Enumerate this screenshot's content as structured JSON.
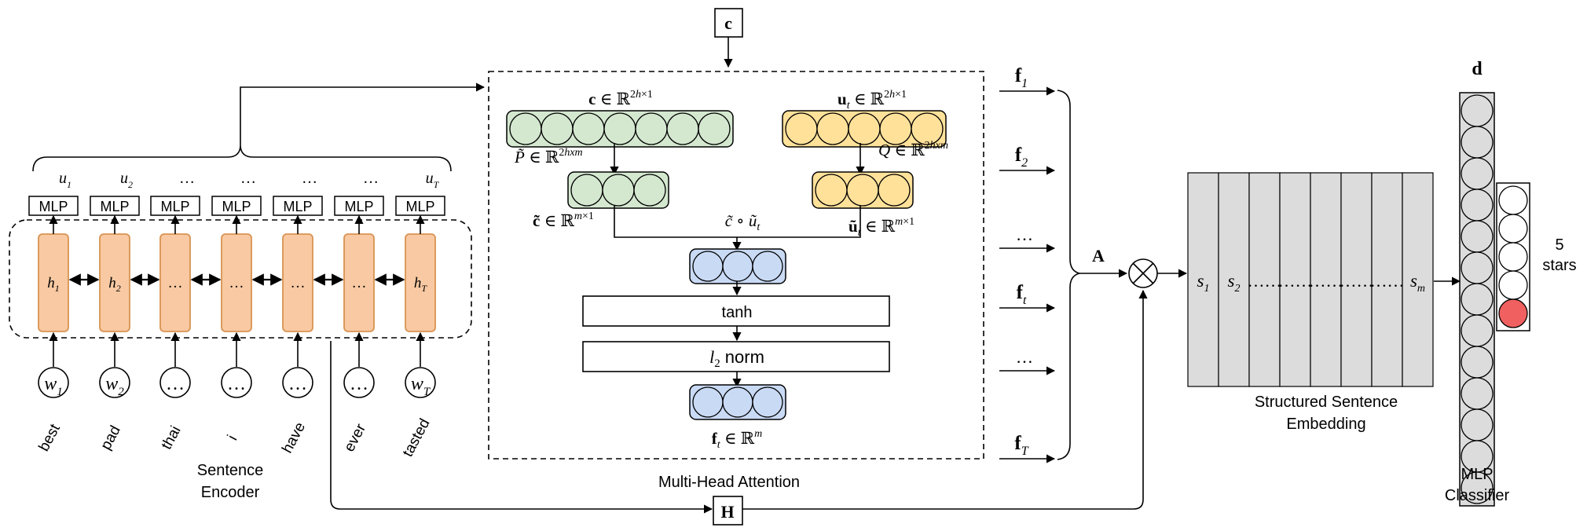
{
  "colors": {
    "rnn_fill": "#f8c9a2",
    "rnn_stroke": "#d99352",
    "green_fill": "#d4e8d0",
    "green_stroke": "#3a3a3a",
    "yellow_fill": "#ffe19a",
    "blue_fill": "#c9daf5",
    "grid_fill": "#dcdcdc",
    "red_fill": "#f06060"
  },
  "encoder": {
    "words": [
      "best",
      "pad",
      "thai",
      "i",
      "have",
      "ever",
      "tasted"
    ],
    "word_nodes": [
      "w1",
      "w2",
      "…",
      "…",
      "…",
      "…",
      "wT"
    ],
    "hidden_labels": [
      "h1",
      "h2",
      "…",
      "…",
      "…",
      "…",
      "hT"
    ],
    "mlp_label": "MLP",
    "u_labels": [
      "u1",
      "u2",
      "…",
      "…",
      "…",
      "…",
      "uT"
    ],
    "title_line1": "Sentence",
    "title_line2": "Encoder"
  },
  "attention": {
    "c_box": "c",
    "c_dim": "c ∈ ℝ2h×1",
    "u_dim": "ut ∈ ℝ2h×1",
    "p_dim": "P̃ ∈ ℝ2hxm",
    "q_dim": "Q ∈ ℝ2hxm",
    "c_tilde_dim": "c̃ ∈ ℝm×1",
    "u_tilde_dim": "ũt ∈ ℝm×1",
    "hadamard": "c̃ ∘ ũt",
    "tanh": "tanh",
    "norm": "l2 norm",
    "f_dim": "ft ∈ ℝm",
    "title": "Multi-Head Attention"
  },
  "features": [
    "f1",
    "f2",
    "…",
    "ft",
    "…",
    "fT"
  ],
  "A_label": "A",
  "H_box": "H",
  "embedding": {
    "slots": [
      "s1",
      "s2",
      "…",
      "…",
      "…",
      "…",
      "…",
      "sm"
    ],
    "title_line1": "Structured Sentence",
    "title_line2": "Embedding"
  },
  "classifier": {
    "d_label": "d",
    "stars_line1": "5",
    "stars_line2": "stars",
    "title_line1": "MLP",
    "title_line2": "Classifier",
    "d_cells": 13,
    "output_cells": 5,
    "highlighted_output": 5
  }
}
